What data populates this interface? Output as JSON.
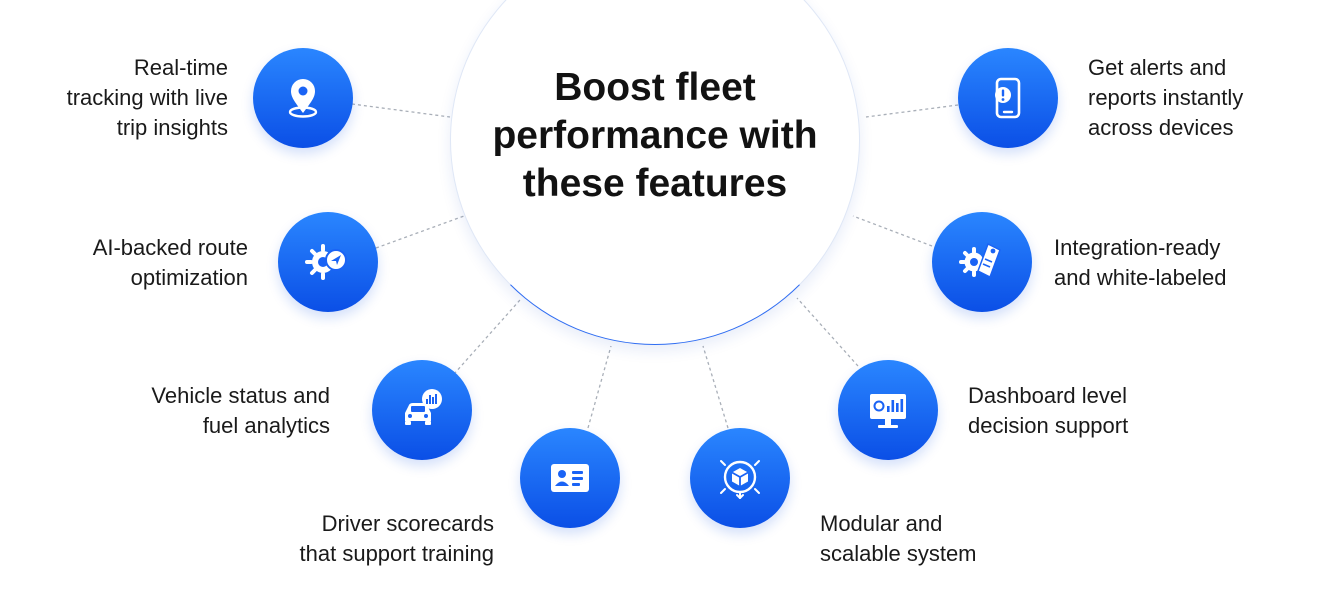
{
  "title": "Boost fleet performance with these features",
  "accent_color": "#1a63f5",
  "connector_color": "#a9afb8",
  "features": [
    {
      "label": "Real-time\ntracking with live\ntrip insights",
      "icon": "location-pin-icon"
    },
    {
      "label": "AI-backed route\noptimization",
      "icon": "gear-navigation-icon"
    },
    {
      "label": "Vehicle status and\nfuel analytics",
      "icon": "car-analytics-icon"
    },
    {
      "label": "Driver scorecards\nthat support training",
      "icon": "id-card-icon"
    },
    {
      "label": "Modular and\nscalable system",
      "icon": "cube-expand-icon"
    },
    {
      "label": "Dashboard level\ndecision support",
      "icon": "dashboard-monitor-icon"
    },
    {
      "label": "Integration-ready\nand white-labeled",
      "icon": "gear-tag-icon"
    },
    {
      "label": "Get alerts and\nreports instantly\nacross devices",
      "icon": "mobile-alert-icon"
    }
  ]
}
